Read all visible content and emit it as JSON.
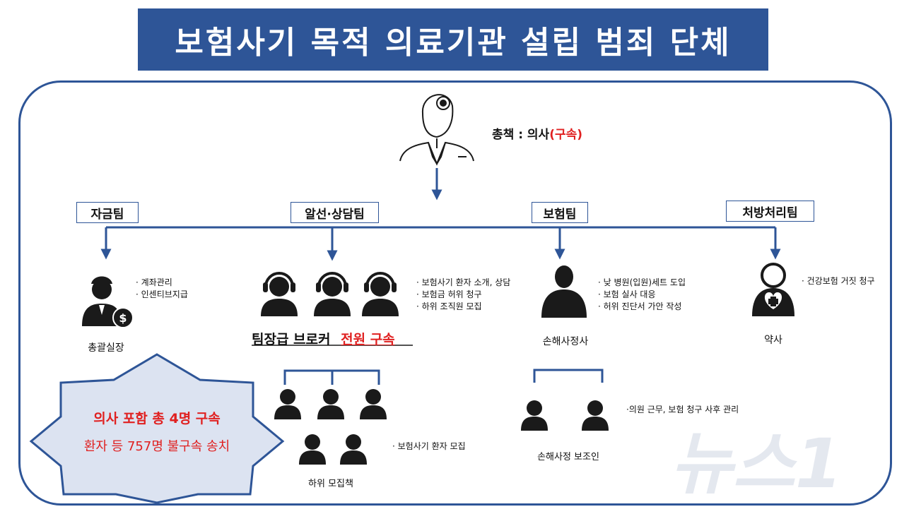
{
  "title": "보험사기 목적 의료기관 설립 범죄 단체",
  "leader": {
    "prefix": "총책 : 의사",
    "status": "(구속)"
  },
  "teams": [
    {
      "label": "자금팀"
    },
    {
      "label": "알선·상담팀"
    },
    {
      "label": "보험팀"
    },
    {
      "label": "처방처리팀"
    }
  ],
  "fund_team": {
    "notes": [
      "· 계좌관리",
      "· 인센티브지급"
    ],
    "caption": "총괄실장"
  },
  "broker_team": {
    "notes": [
      "· 보험사기 환자 소개, 상담",
      "· 보험금 허위 청구",
      "· 하위 조직원 모집"
    ],
    "caption_main": "팀장급 브로커",
    "caption_status": "전원 구속"
  },
  "insurance_team": {
    "notes": [
      "· 낮 병원(입원)세트 도입",
      "· 보험 실사 대응",
      "· 허위 진단서 가안 작성"
    ],
    "caption": "손해사정사"
  },
  "pharmacy_team": {
    "notes": [
      "· 건강보험 거짓 청구"
    ],
    "caption": "약사"
  },
  "recruiters": {
    "notes": [
      "· 보험사기 환자 모집"
    ],
    "caption": "하위 모집책"
  },
  "assistants": {
    "notes": [
      "·의원 근무, 보험 청구 사후 관리"
    ],
    "caption": "손해사정 보조인"
  },
  "burst": {
    "line1": "의사 포함 총 4명 구속",
    "line2": "환자 등 757명 불구속 송치"
  },
  "watermark": "뉴스1",
  "colors": {
    "brand": "#2e5597",
    "accent_red": "#e02020",
    "burst_fill": "#dce3f1",
    "person": "#1a1a1a"
  }
}
